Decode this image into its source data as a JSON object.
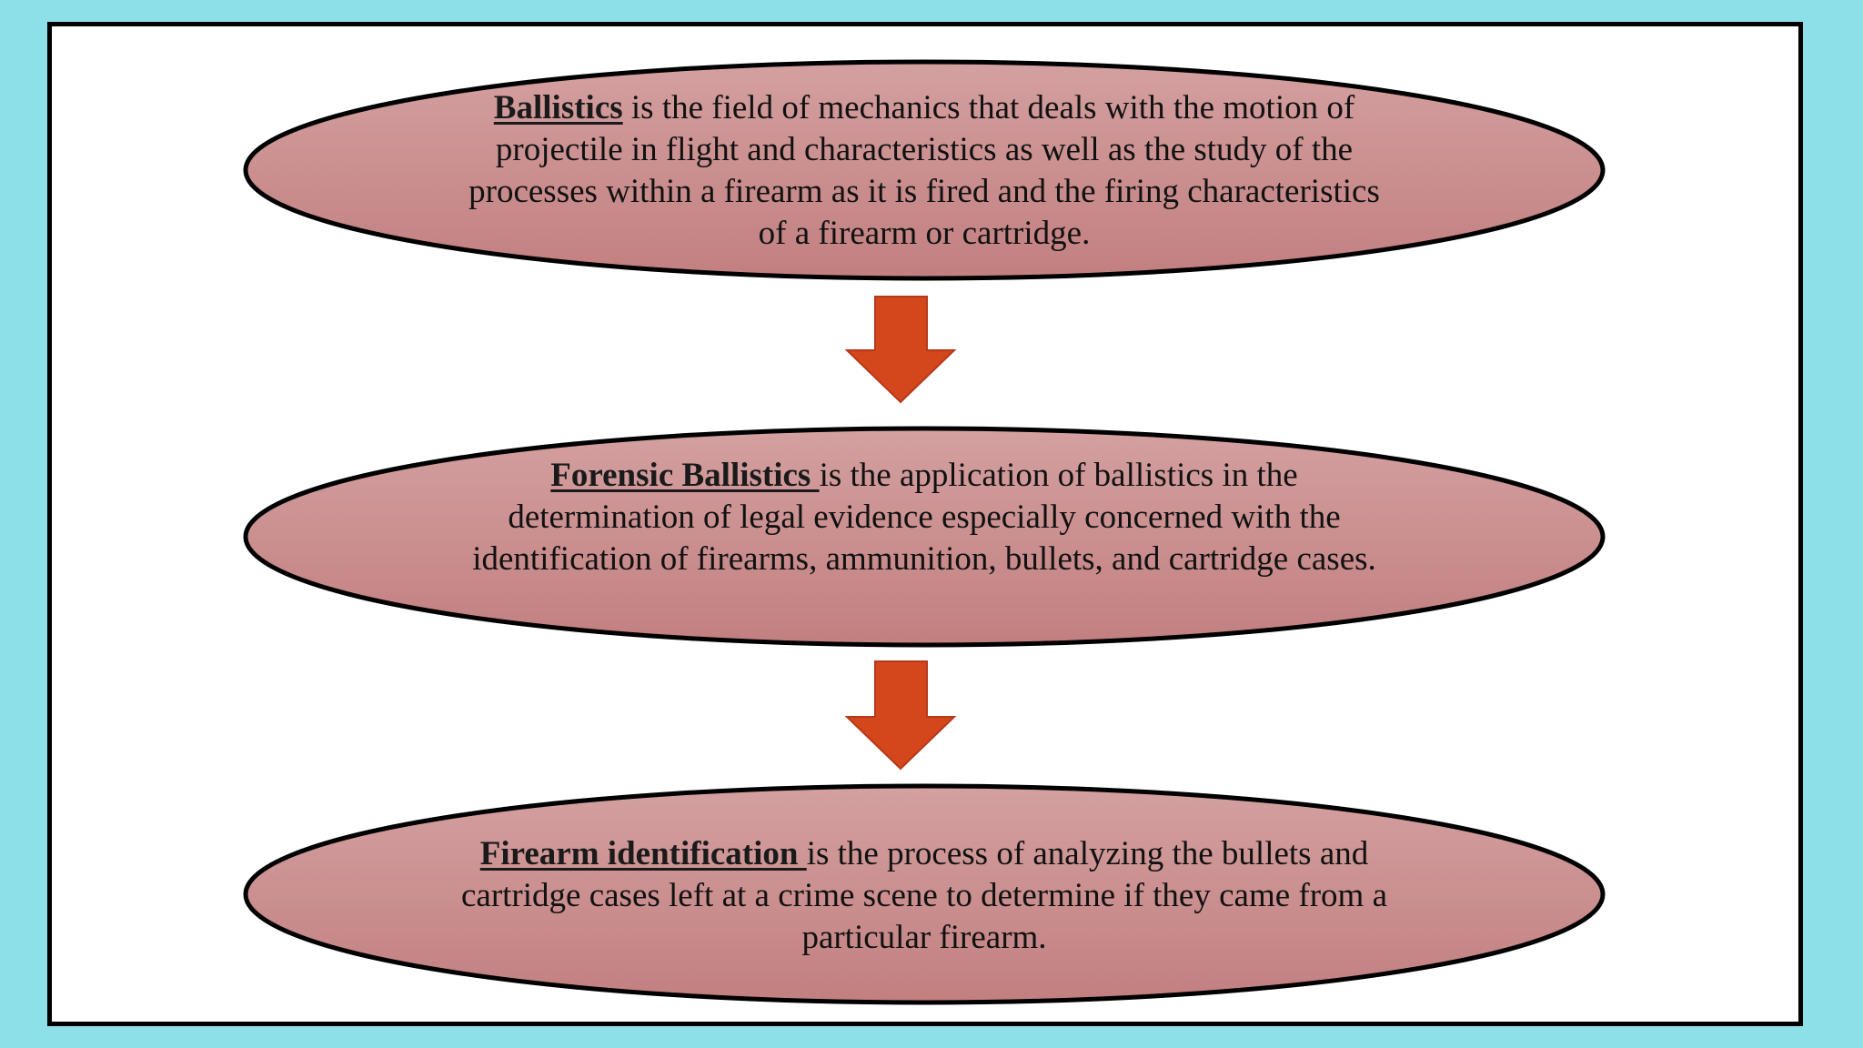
{
  "colors": {
    "background": "#8ee0e8",
    "frame_fill": "#ffffff",
    "frame_border": "#000000",
    "oval_fill_top": "#d4a0a0",
    "oval_fill_bottom": "#c27f80",
    "oval_border": "#000000",
    "arrow": "#d4461c"
  },
  "nodes": [
    {
      "term": "Ballistics",
      "text": " is the field of mechanics that deals with the motion of projectile in flight and characteristics as well as the study of the processes within a firearm as it is fired and the firing characteristics of a firearm or cartridge."
    },
    {
      "term": "Forensic Ballistics ",
      "text": "is the application of ballistics in the determination of legal evidence especially concerned with the identification of firearms, ammunition, bullets, and cartridge cases."
    },
    {
      "term": "Firearm identification ",
      "text": "is the process of analyzing the bullets and cartridge cases left at a crime scene to determine if they came from a particular firearm."
    }
  ],
  "edges": [
    {
      "from": 0,
      "to": 1,
      "direction": "down"
    },
    {
      "from": 1,
      "to": 2,
      "direction": "down"
    }
  ]
}
